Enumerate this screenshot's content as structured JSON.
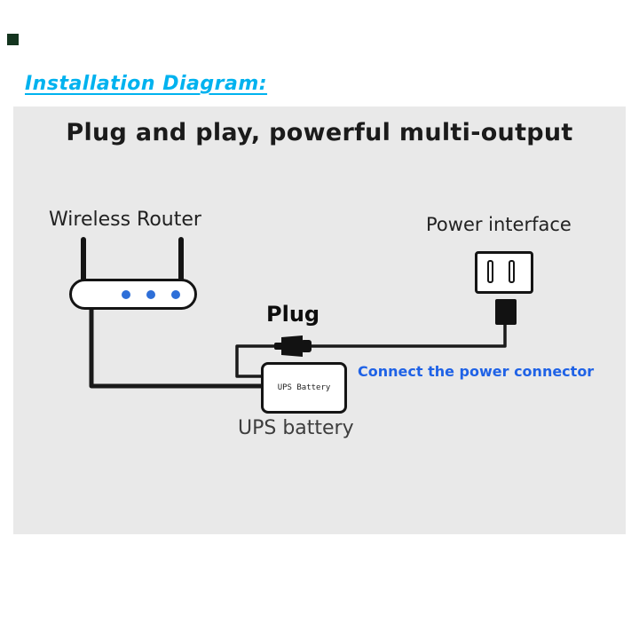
{
  "page": {
    "heading": "Installation Diagram:"
  },
  "panel": {
    "title": "Plug and play, powerful multi-output"
  },
  "diagram": {
    "router_label": "Wireless Router",
    "power_label": "Power interface",
    "plug_label": "Plug",
    "ups_box_label": "UPS Battery",
    "ups_label": "UPS battery",
    "connect_note": "Connect the power connector"
  },
  "colors": {
    "accent": "#00b2ef",
    "note": "#1f62e6",
    "led": "#2e6fd8",
    "panel_bg": "#e9e9e9",
    "ink": "#1b1b1b",
    "wire": "#1a1a1a",
    "marker": "#14351f"
  }
}
